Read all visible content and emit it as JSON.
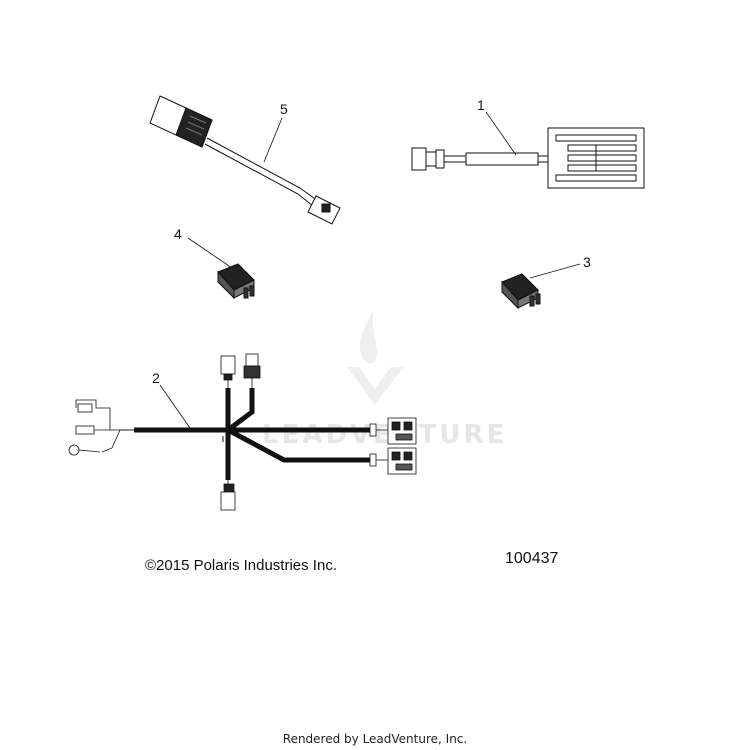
{
  "callouts": [
    "1",
    "2",
    "3",
    "4",
    "5"
  ],
  "copyright": "©2015 Polaris Industries Inc.",
  "diagram_id": "100437",
  "footer": "Rendered by LeadVenture, Inc.",
  "watermark": {
    "text": "LEADVENTURE",
    "color": "#e6e6e6"
  },
  "colors": {
    "line": "#111111",
    "cable": "#111111",
    "background": "#ffffff"
  }
}
